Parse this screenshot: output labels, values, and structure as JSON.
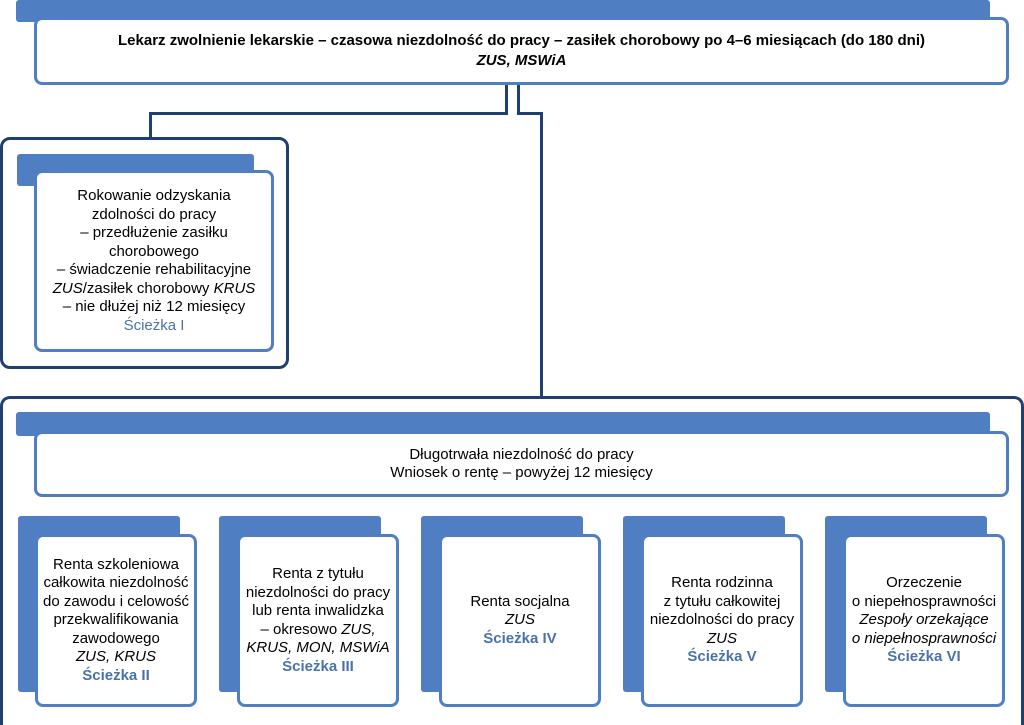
{
  "root": {
    "title": "Lekarz zwolnienie lekarskie – czasowa niezdolność do pracy – zasiłek chorobowy po 4–6 miesiącach (do 180 dni)",
    "institutions": "ZUS, MSWiA"
  },
  "path1": {
    "l1": "Rokowanie odzyskania",
    "l2": "zdolności do pracy",
    "l3": "– przedłużenie zasiłku",
    "l4": "chorobowego",
    "l5": "– świadczenie rehabilitacyjne",
    "l6_zus": "ZUS",
    "l6_mid": "/zasiłek chorobowy ",
    "l6_krus": "KRUS",
    "l7": "– nie dłużej niż 12 miesięcy",
    "label": "Ścieżka I"
  },
  "long_term": {
    "l1": "Długotrwała niezdolność do pracy",
    "l2": "Wniosek o rentę – powyżej 12 miesięcy"
  },
  "paths": [
    {
      "lines": [
        "Renta szkoleniowa",
        "całkowita niezdolność",
        "do zawodu i celowość",
        "przekwalifikowania",
        "zawodowego"
      ],
      "institutions": "ZUS, KRUS",
      "label": "Ścieżka II"
    },
    {
      "lines": [
        "Renta z tytułu",
        "niezdolności do pracy",
        "lub renta inwalidzka"
      ],
      "line4_prefix": "– okresowo ",
      "line4_italic": "ZUS,",
      "institutions": "KRUS, MON, MSWiA",
      "label": "Ścieżka III"
    },
    {
      "lines": [
        "Renta socjalna"
      ],
      "institutions": "ZUS",
      "label": "Ścieżka IV"
    },
    {
      "lines": [
        "Renta rodzinna",
        "z tytułu całkowitej",
        "niezdolności do pracy"
      ],
      "institutions": "ZUS",
      "label": "Ścieżka V"
    },
    {
      "lines": [
        "Orzeczenie",
        "o niepełnosprawności"
      ],
      "italic_lines": [
        "Zespoły orzekające",
        "o niepełnosprawności"
      ],
      "label": "Ścieżka VI"
    }
  ],
  "colors": {
    "band": "#4f7fc2",
    "frame": "#1f3f73",
    "path_label": "#4a72aa"
  }
}
